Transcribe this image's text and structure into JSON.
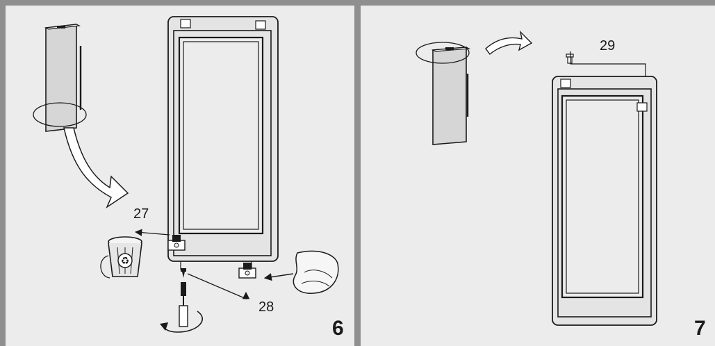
{
  "panels": [
    {
      "step": "6",
      "callouts": [
        "27",
        "28"
      ],
      "parts": [
        "door-panel",
        "door-frame",
        "hinge-bracket",
        "screw",
        "screwdriver",
        "recycle-bin",
        "parts-bag"
      ]
    },
    {
      "step": "7",
      "callouts": [
        "29"
      ],
      "parts": [
        "door-panel",
        "door-frame",
        "hinge-pin"
      ]
    }
  ],
  "colors": {
    "background": "#ececec",
    "border": "#8f8f8f",
    "line": "#1a1a1a",
    "door_fill": "#d6d6d6"
  },
  "icons": {
    "rotate": "rotate-arrow-icon",
    "recycle": "recycle-icon"
  }
}
